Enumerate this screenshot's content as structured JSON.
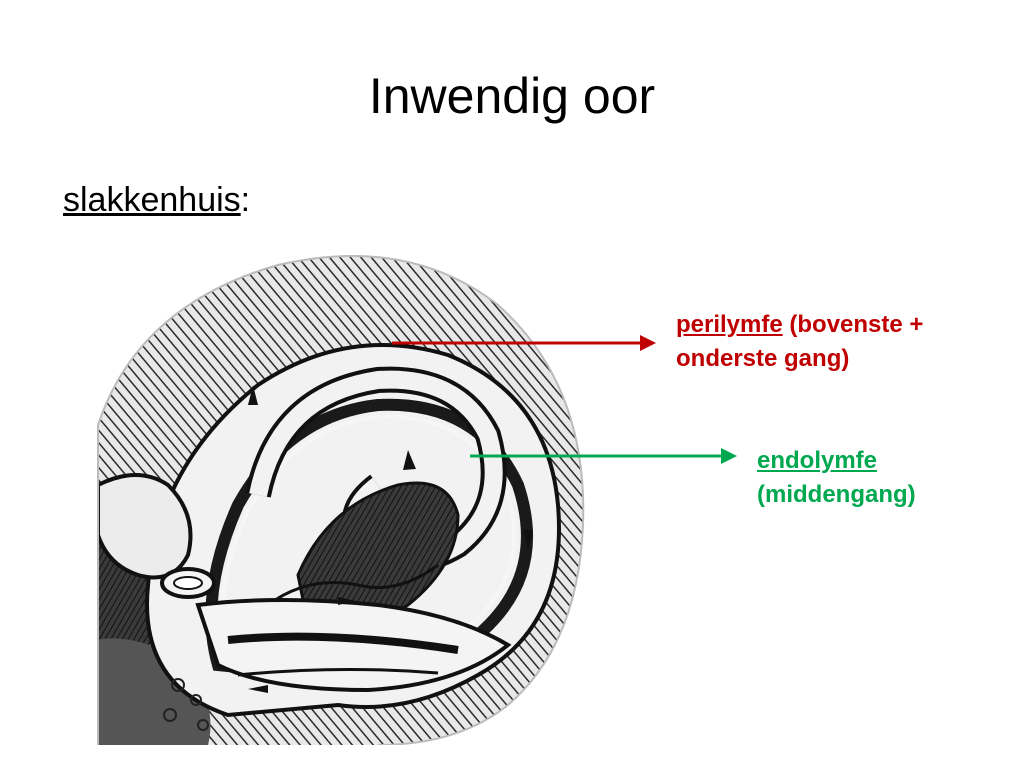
{
  "slide": {
    "title": "Inwendig oor",
    "subtitle": {
      "term": "slakkenhuis",
      "suffix": ":"
    }
  },
  "labels": {
    "perilymph": {
      "term": "perilymfe",
      "rest_line1": " (bovenste +",
      "line2": "onderste gang)",
      "color": "#c00000"
    },
    "endolymph": {
      "term": "endolymfe",
      "line2": "(middengang)",
      "color": "#00a84f"
    }
  },
  "figure": {
    "icon": "cochlea-cross-section-illustration"
  }
}
